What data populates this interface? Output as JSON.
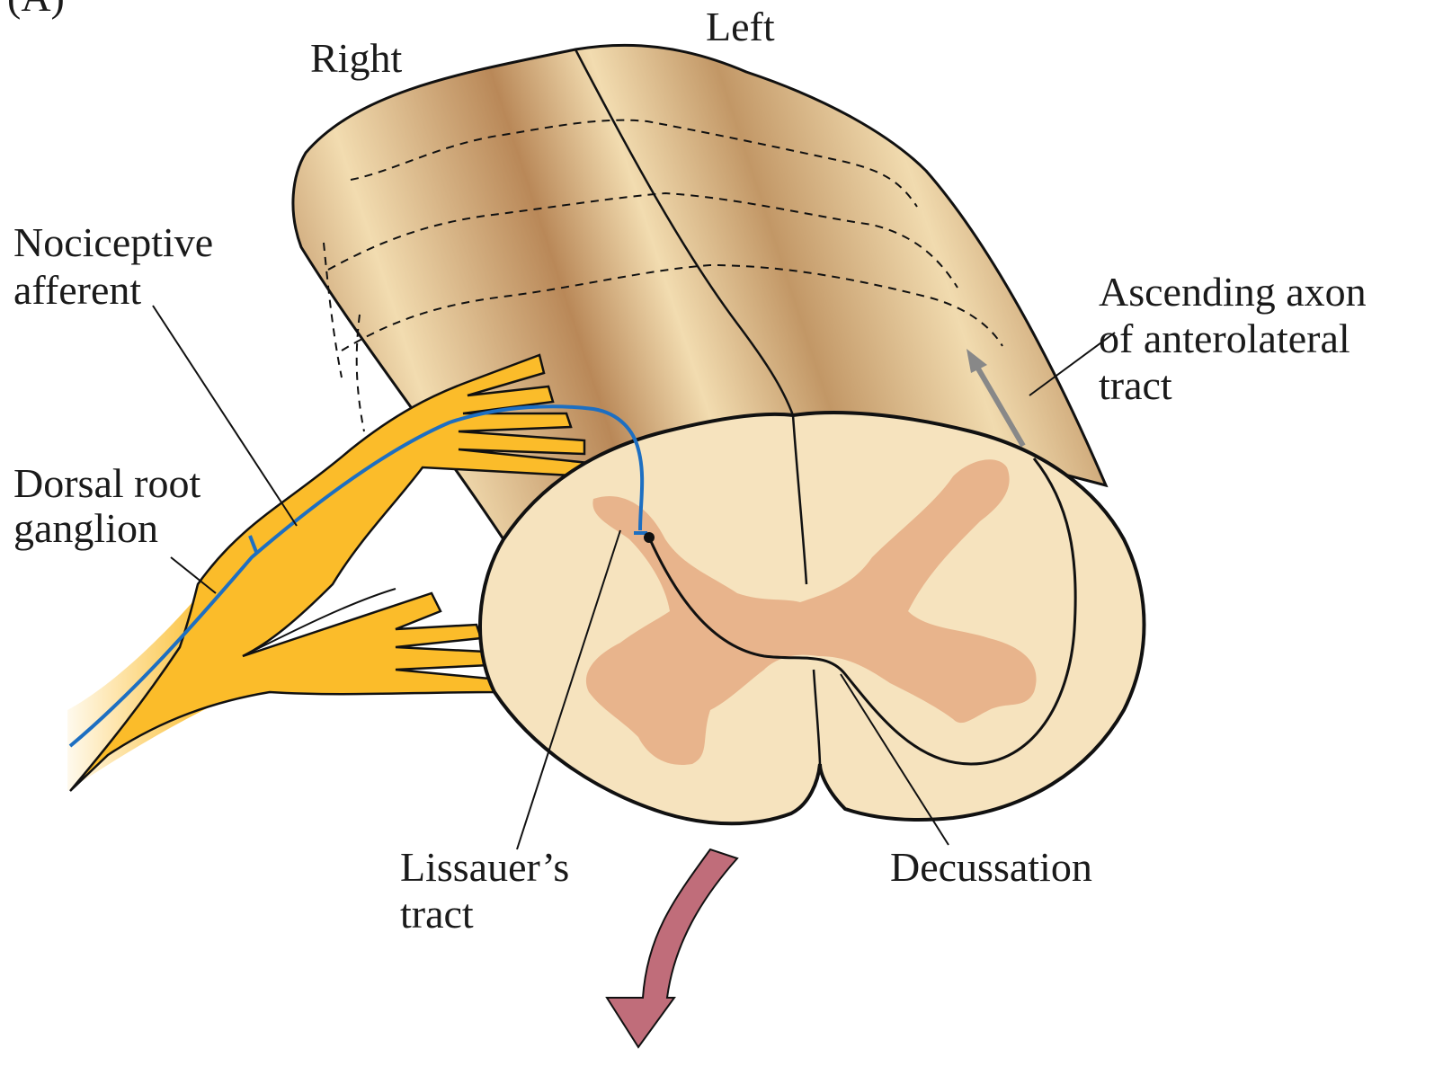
{
  "panel_label": "(A)",
  "side_labels": {
    "right": "Right",
    "left": "Left"
  },
  "labels": {
    "nociceptive_afferent": [
      "Nociceptive",
      "afferent"
    ],
    "dorsal_root_ganglion": [
      "Dorsal root",
      "ganglion"
    ],
    "ascending_axon": [
      "Ascending axon",
      "of anterolateral",
      "tract"
    ],
    "lissauers_tract": [
      "Lissauer’s",
      "tract"
    ],
    "decussation": "Decussation"
  },
  "colors": {
    "cord_light": "#f2dcb0",
    "cord_dark": "#b88758",
    "section_fill": "#f6e3be",
    "gray_matter": "#e8b48c",
    "ganglion": "#fbbc2a",
    "afferent_axon": "#1d6fc2",
    "ascending_arrow": "#888888",
    "descending_arrow": "#c06d7a",
    "outline": "#111111"
  }
}
